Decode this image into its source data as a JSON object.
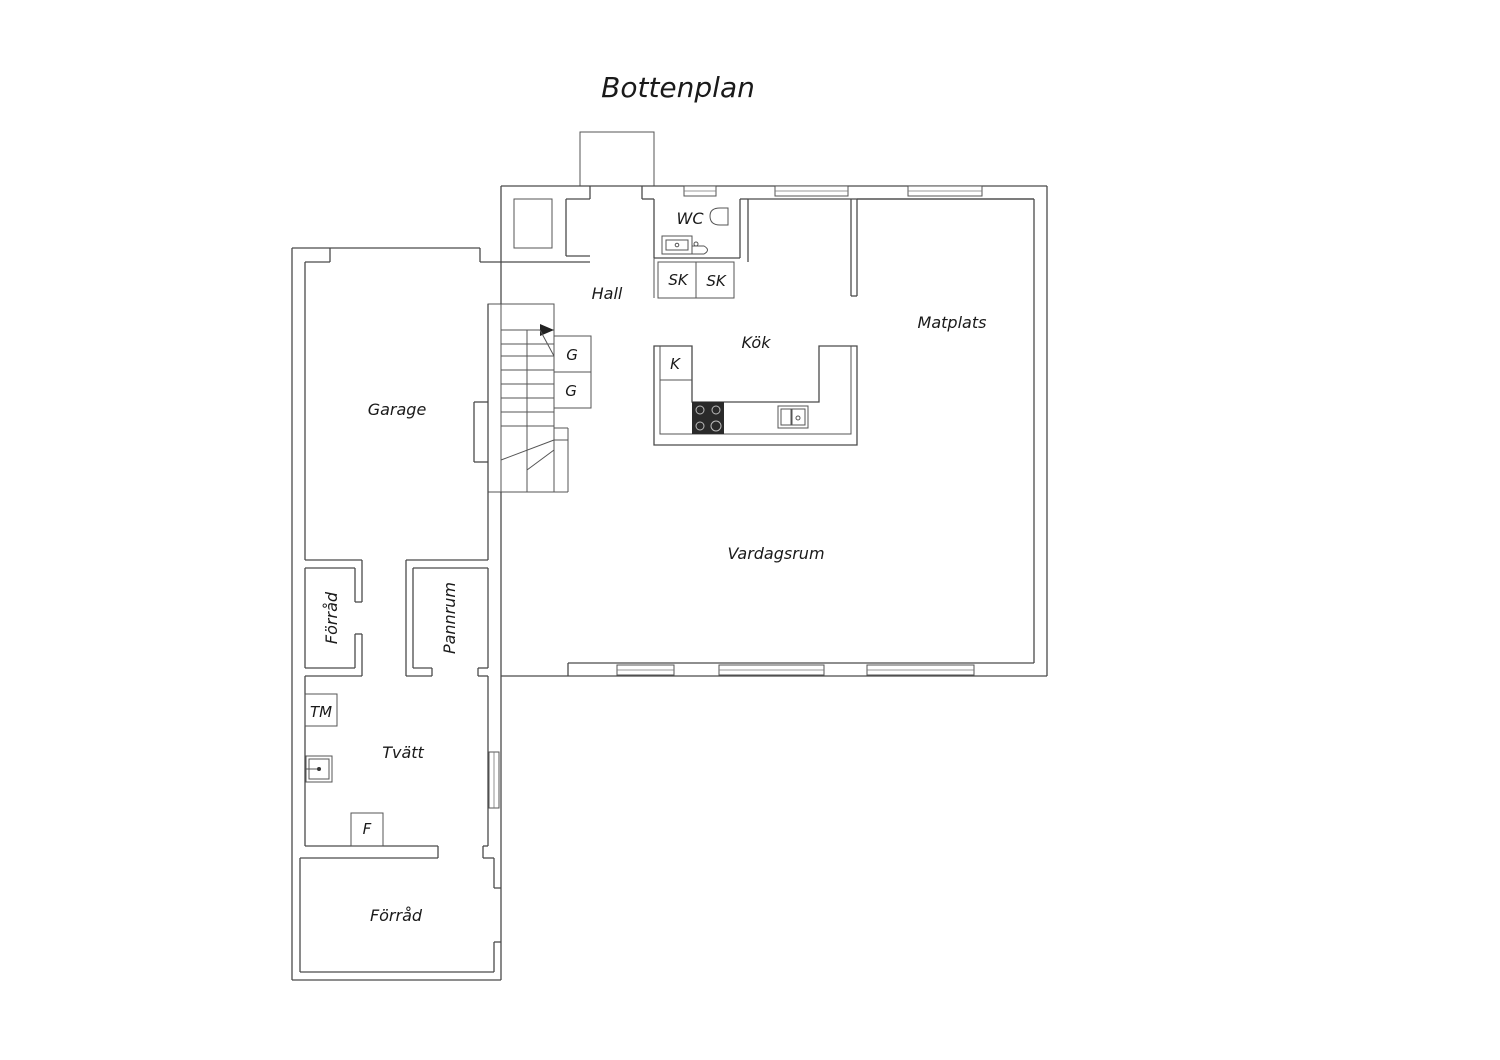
{
  "title": "Bottenplan",
  "rooms": {
    "hall": "Hall",
    "wc": "WC",
    "kitchen": "Kök",
    "dining": "Matplats",
    "garage": "Garage",
    "living": "Vardagsrum",
    "storage_side": "Förråd",
    "boiler": "Pannrum",
    "laundry": "Tvätt",
    "storage_bottom": "Förråd"
  },
  "fixtures": {
    "closet_1": "SK",
    "closet_2": "SK",
    "wardrobe_1": "G",
    "wardrobe_2": "G",
    "fridge": "K",
    "dryer": "TM",
    "freezer": "F"
  }
}
